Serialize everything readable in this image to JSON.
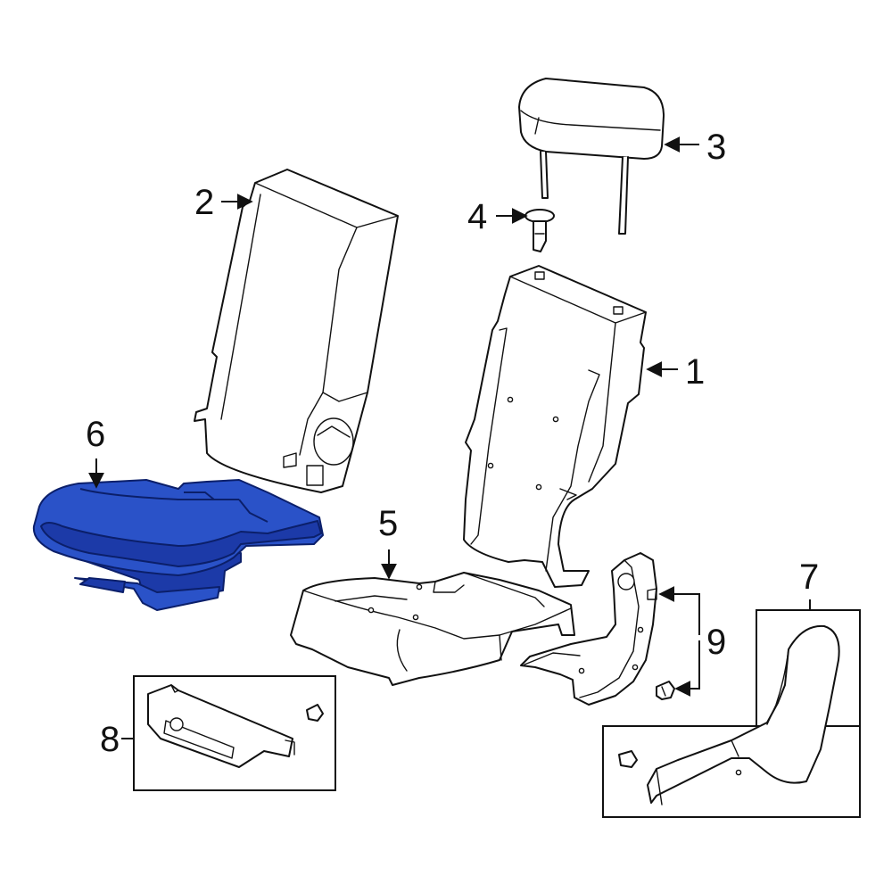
{
  "diagram": {
    "highlight_color": "#2a52c8",
    "highlight_dark": "#1c3aa8",
    "line_color": "#111111",
    "callouts": {
      "c1": "1",
      "c2": "2",
      "c3": "3",
      "c4": "4",
      "c5": "5",
      "c6": "6",
      "c7": "7",
      "c8": "8",
      "c9": "9"
    },
    "highlighted_part": "6"
  }
}
